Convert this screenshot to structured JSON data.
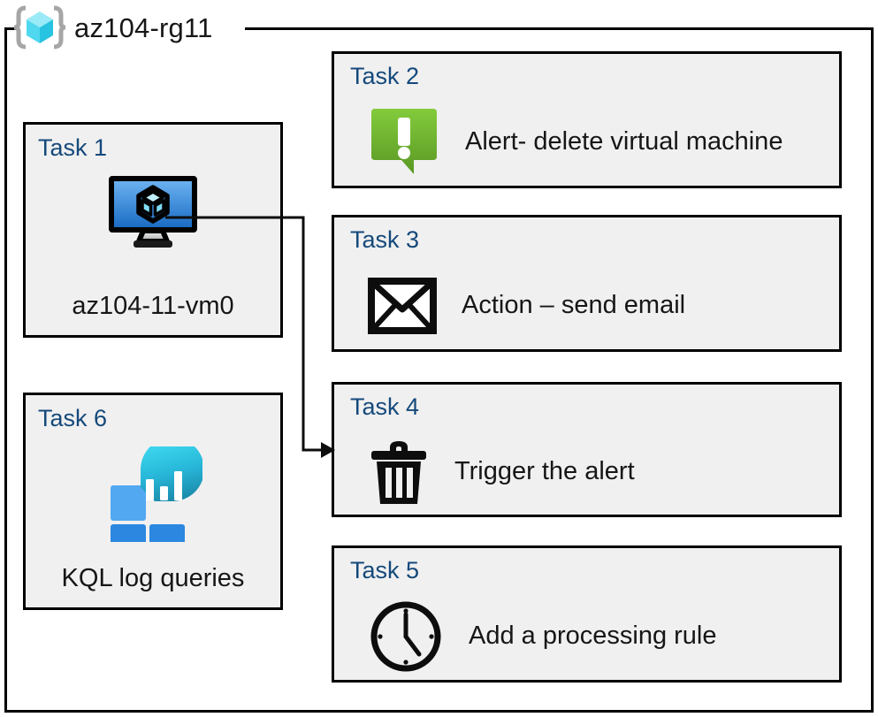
{
  "diagram": {
    "title": "az104-rg11",
    "resource_group_icon": "resource-group-cube-icon",
    "colors": {
      "box_fill": "#f0f0f0",
      "box_border": "#000000",
      "task_label": "#15497B",
      "body_text": "#161616",
      "alert_green_light": "#7ec63b",
      "alert_green_dark": "#5b9a26",
      "vm_blue_light": "#5ea8ef",
      "vm_blue_dark": "#1767c0",
      "log_tile_light": "#50a5f0",
      "log_tile_dark": "#2a86e0",
      "log_blob_top": "#3ad3ef",
      "log_blob_bottom": "#1d8fae",
      "rg_cube_top": "#9aeaf7",
      "rg_cube_left": "#4fd8f0",
      "rg_cube_right": "#27c3e0",
      "bracket_gray": "#a6a6a6"
    },
    "tasks": [
      {
        "id": "task-1",
        "label": "Task 1",
        "text": "az104-11-vm0",
        "icon": "virtual-machine-icon",
        "column": "left"
      },
      {
        "id": "task-2",
        "label": "Task 2",
        "text": "Alert- delete virtual machine",
        "icon": "alert-callout-icon",
        "column": "right"
      },
      {
        "id": "task-3",
        "label": "Task 3",
        "text": "Action – send email",
        "icon": "envelope-icon",
        "column": "right"
      },
      {
        "id": "task-4",
        "label": "Task 4",
        "text": "Trigger the alert",
        "icon": "trash-can-icon",
        "column": "right"
      },
      {
        "id": "task-5",
        "label": "Task 5",
        "text": "Add a processing rule",
        "icon": "clock-icon",
        "column": "right"
      },
      {
        "id": "task-6",
        "label": "Task 6",
        "text": "KQL log queries",
        "icon": "log-analytics-icon",
        "column": "left"
      }
    ],
    "connector": {
      "name": "vm-to-trigger-arrow",
      "from": "task-1",
      "to": "task-4",
      "style": "elbow-with-arrowhead"
    }
  }
}
